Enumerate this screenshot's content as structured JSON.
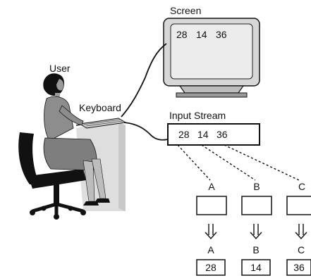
{
  "labels": {
    "screen": "Screen",
    "user": "User",
    "keyboard": "Keyboard",
    "input_stream": "Input Stream"
  },
  "screen_values": [
    "28",
    "14",
    "36"
  ],
  "stream_values": [
    "28",
    "14",
    "36"
  ],
  "variables": [
    {
      "name": "A",
      "value": "28"
    },
    {
      "name": "B",
      "value": "14"
    },
    {
      "name": "C",
      "value": "36"
    }
  ],
  "colors": {
    "line": "#111111",
    "monitor_face": "#d7d7d7",
    "monitor_screen": "#e9e9e9",
    "person_gray": "#8f8f8f",
    "desk_gray": "#dcdcdc",
    "chair": "#111111"
  },
  "icons": [
    "monitor-icon",
    "person-at-keyboard-icon",
    "down-arrow-icon"
  ]
}
